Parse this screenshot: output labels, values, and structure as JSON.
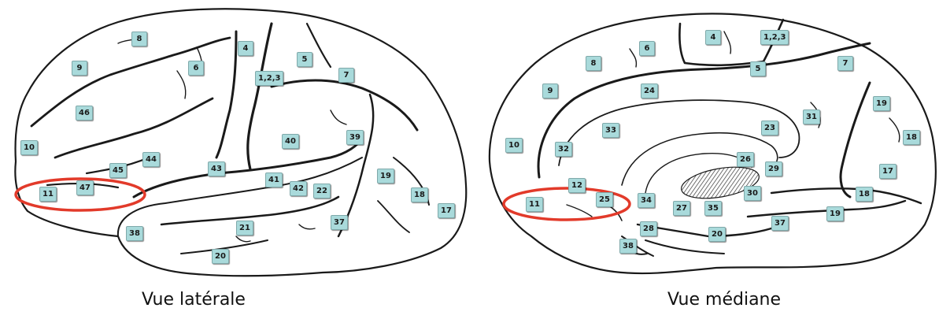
{
  "colors": {
    "label_fill": "#a9dadb",
    "outline": "#1a1a1a",
    "highlight_ellipse": "#e23a2a"
  },
  "lateral_view": {
    "caption": "Vue latérale",
    "areas": [
      "8",
      "9",
      "6",
      "4",
      "5",
      "1,2,3",
      "7",
      "46",
      "10",
      "44",
      "45",
      "43",
      "40",
      "39",
      "11",
      "47",
      "41",
      "42",
      "22",
      "19",
      "18",
      "17",
      "38",
      "21",
      "37",
      "20"
    ]
  },
  "medial_view": {
    "caption": "Vue médiane",
    "areas": [
      "4",
      "1,2,3",
      "6",
      "8",
      "5",
      "7",
      "9",
      "24",
      "19",
      "31",
      "33",
      "23",
      "18",
      "10",
      "32",
      "26",
      "29",
      "12",
      "17",
      "11",
      "25",
      "34",
      "27",
      "35",
      "30",
      "18",
      "19",
      "28",
      "37",
      "20",
      "38"
    ]
  }
}
